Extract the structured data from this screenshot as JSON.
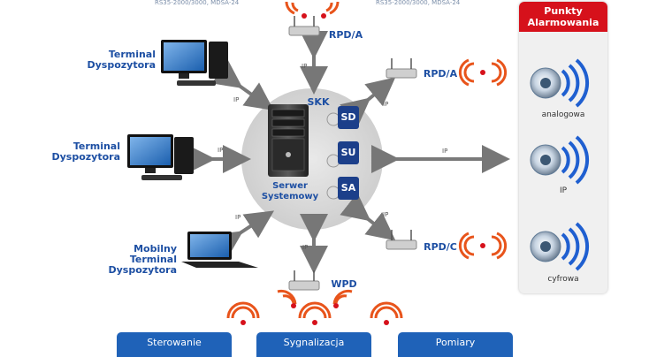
{
  "top_labels": {
    "left": "RS35-2000/3000, MDSA-24",
    "right": "RS35-2000/3000, MDSA-24"
  },
  "nodes": {
    "terminal_top": "Terminal\nDyspozytora",
    "terminal_mid": "Terminal\nDyspozytora",
    "mobile_terminal": "Mobilny Terminal\nDyspozytora",
    "server": "Serwer\nSystemowy",
    "skk": "SKK",
    "sd": "SD",
    "su": "SU",
    "sa": "SA",
    "rpd_a_top": "RPD/A",
    "rpd_a_right": "RPD/A",
    "rpd_c": "RPD/C",
    "wpd": "WPD"
  },
  "link_labels": {
    "ip": "IP"
  },
  "alarm_panel": {
    "title": "Punkty\nAlarmowania",
    "items": [
      "analogowa",
      "IP",
      "cyfrowa"
    ]
  },
  "bottom_tabs": [
    "Sterowanie",
    "Sygnalizacja",
    "Pomiary"
  ],
  "colors": {
    "accent_blue": "#1d4fa3",
    "alarm_red": "#d6111b",
    "tab_blue": "#1f62b8",
    "signal_orange": "#e8541b"
  }
}
